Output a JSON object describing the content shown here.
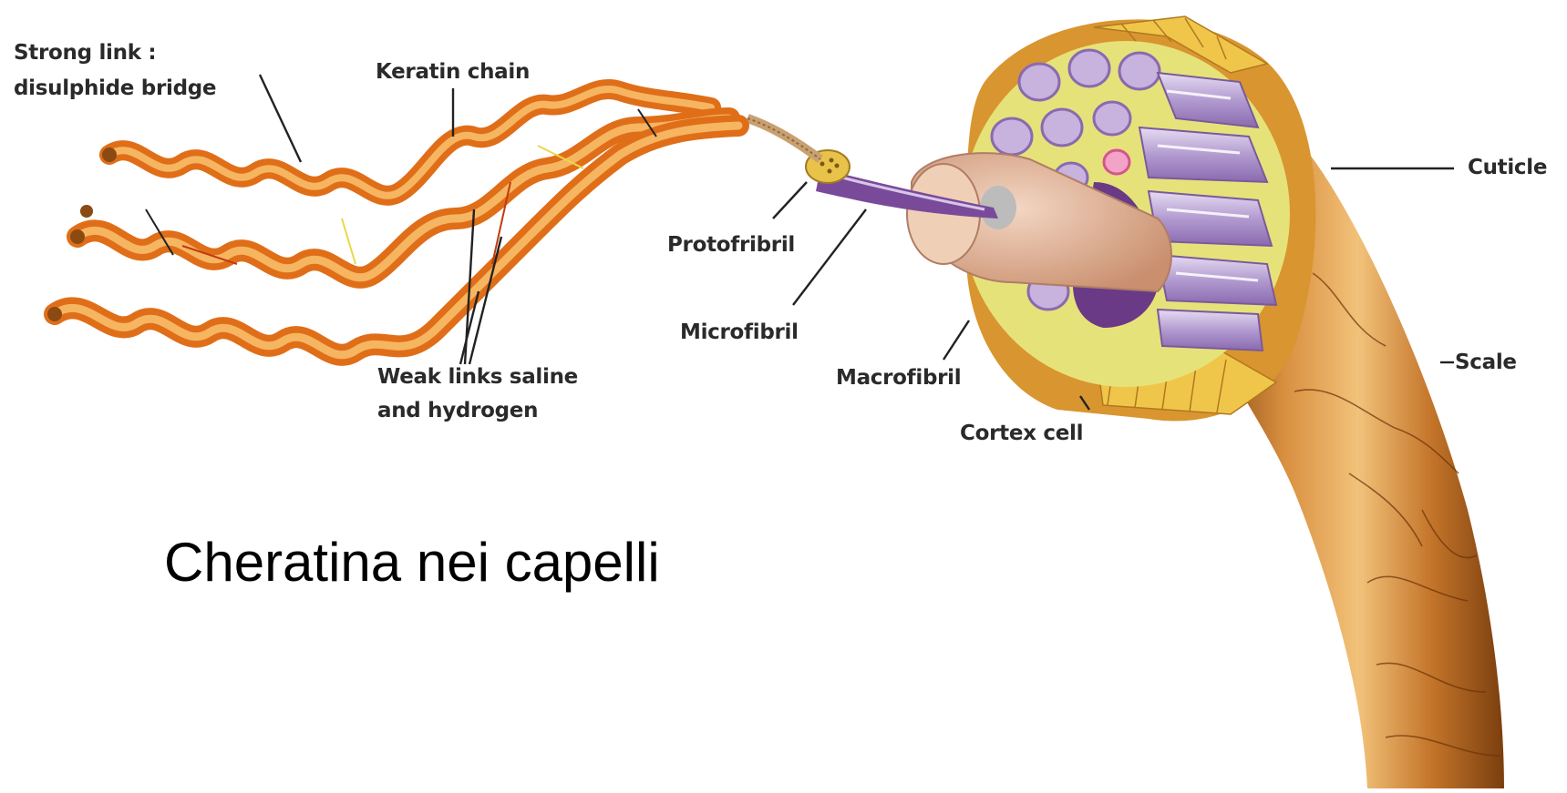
{
  "labels": {
    "strong_link_line1": "Strong link :",
    "strong_link_line2": "disulphide bridge",
    "keratin_chain": "Keratin chain",
    "protofibril": "Protofribril",
    "microfibril": "Microfibril",
    "macrofibril": "Macrofibril",
    "cortex_cell": "Cortex cell",
    "cuticle": "Cuticle",
    "scale": "Scale",
    "weak_links_line1": "Weak links saline",
    "weak_links_line2": "and hydrogen"
  },
  "caption": "Cheratina nei capelli",
  "colors": {
    "helix_dark": "#e0701a",
    "helix_light": "#f6b25c",
    "hair_shaft": "#c07427",
    "cortex_fill": "#e8e27a",
    "fibril_purple": "#b9a1d4",
    "fibril_dark": "#6a3a86",
    "cuticle_band": "#f0c64a"
  }
}
